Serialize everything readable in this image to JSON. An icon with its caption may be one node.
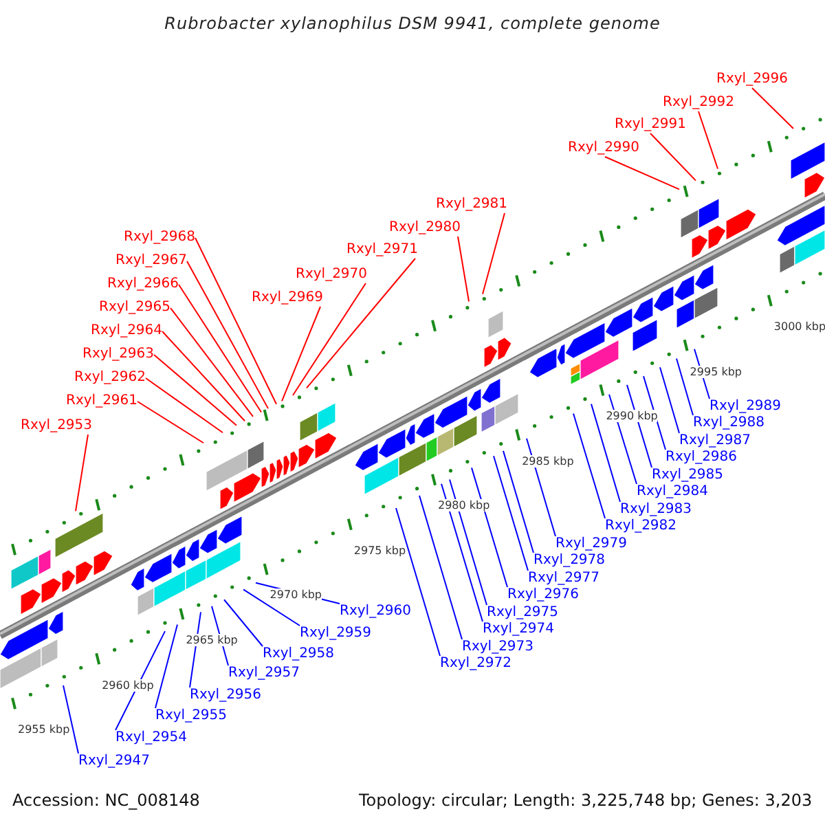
{
  "diagram": {
    "title": "Rubrobacter xylanophilus DSM 9941, complete genome",
    "nodes": [
      {
        "text": [
          "Rxyl_2953"
        ]
      },
      {
        "text": [
          "Rxyl_2961"
        ]
      },
      {
        "text": [
          "Rxyl_2962"
        ]
      },
      {
        "text": [
          "Rxyl_2963"
        ]
      },
      {
        "text": [
          "Rxyl_2964"
        ]
      },
      {
        "text": [
          "Rxyl_2965"
        ]
      },
      {
        "text": [
          "Rxyl_2966"
        ]
      },
      {
        "text": [
          "Rxyl_2967"
        ]
      },
      {
        "text": [
          "Rxyl_2968"
        ]
      },
      {
        "text": [
          "Rxyl_2969"
        ]
      },
      {
        "text": [
          "Rxyl_2970"
        ]
      },
      {
        "text": [
          "Rxyl_2971"
        ]
      },
      {
        "text": [
          "Rxyl_2980"
        ]
      },
      {
        "text": [
          "Rxyl_2981"
        ]
      },
      {
        "text": [
          "Rxyl_2990"
        ]
      },
      {
        "text": [
          "Rxyl_2991"
        ]
      },
      {
        "text": [
          "Rxyl_2992"
        ]
      },
      {
        "text": [
          "Rxyl_2996"
        ]
      },
      {
        "text": [
          "Rxyl_2947"
        ]
      },
      {
        "text": [
          "Rxyl_2954"
        ]
      },
      {
        "text": [
          "Rxyl_2955"
        ]
      },
      {
        "text": [
          "Rxyl_2956"
        ]
      },
      {
        "text": [
          "Rxyl_2957"
        ]
      },
      {
        "text": [
          "Rxyl_2958"
        ]
      },
      {
        "text": [
          "Rxyl_2959"
        ]
      },
      {
        "text": [
          "Rxyl_2960"
        ]
      },
      {
        "text": [
          "Rxyl_2972"
        ]
      },
      {
        "text": [
          "Rxyl_2973"
        ]
      },
      {
        "text": [
          "Rxyl_2974"
        ]
      },
      {
        "text": [
          "Rxyl_2975"
        ]
      },
      {
        "text": [
          "Rxyl_2976"
        ]
      },
      {
        "text": [
          "Rxyl_2977"
        ]
      },
      {
        "text": [
          "Rxyl_2978"
        ]
      },
      {
        "text": [
          "Rxyl_2979"
        ]
      },
      {
        "text": [
          "Rxyl_2982"
        ]
      },
      {
        "text": [
          "Rxyl_2983"
        ]
      },
      {
        "text": [
          "Rxyl_2984"
        ]
      },
      {
        "text": [
          "Rxyl_2985"
        ]
      },
      {
        "text": [
          "Rxyl_2986"
        ]
      },
      {
        "text": [
          "Rxyl_2987"
        ]
      },
      {
        "text": [
          "Rxyl_2988"
        ]
      },
      {
        "text": [
          "Rxyl_2989"
        ]
      }
    ],
    "edges": [
      {
        "from": 0,
        "to": null,
        "arrow": "none",
        "color": "#ff0000"
      },
      {
        "from": 1,
        "to": null,
        "arrow": "none",
        "color": "#ff0000"
      },
      {
        "from": 2,
        "to": null,
        "arrow": "none",
        "color": "#ff0000"
      },
      {
        "from": 3,
        "to": null,
        "arrow": "none",
        "color": "#ff0000"
      },
      {
        "from": 4,
        "to": null,
        "arrow": "none",
        "color": "#ff0000"
      },
      {
        "from": 5,
        "to": null,
        "arrow": "none",
        "color": "#ff0000"
      },
      {
        "from": 6,
        "to": null,
        "arrow": "none",
        "color": "#ff0000"
      },
      {
        "from": 7,
        "to": null,
        "arrow": "none",
        "color": "#ff0000"
      },
      {
        "from": 8,
        "to": null,
        "arrow": "none",
        "color": "#ff0000"
      },
      {
        "from": 9,
        "to": null,
        "arrow": "none",
        "color": "#ff0000"
      },
      {
        "from": 10,
        "to": null,
        "arrow": "none",
        "color": "#ff0000"
      },
      {
        "from": 11,
        "to": null,
        "arrow": "none",
        "color": "#ff0000"
      },
      {
        "from": 12,
        "to": null,
        "arrow": "none",
        "color": "#ff0000"
      },
      {
        "from": 13,
        "to": null,
        "arrow": "none",
        "color": "#ff0000"
      },
      {
        "from": 14,
        "to": null,
        "arrow": "none",
        "color": "#ff0000"
      },
      {
        "from": 15,
        "to": null,
        "arrow": "none",
        "color": "#ff0000"
      },
      {
        "from": 16,
        "to": null,
        "arrow": "none",
        "color": "#ff0000"
      },
      {
        "from": 17,
        "to": null,
        "arrow": "none",
        "color": "#ff0000"
      },
      {
        "from": 18,
        "to": null,
        "arrow": "none"
      },
      {
        "from": 19,
        "to": null,
        "arrow": "none"
      },
      {
        "from": 20,
        "to": null,
        "arrow": "none"
      },
      {
        "from": 21,
        "to": null,
        "arrow": "none"
      },
      {
        "from": 22,
        "to": null,
        "arrow": "none"
      },
      {
        "from": 23,
        "to": null,
        "arrow": "none"
      },
      {
        "from": 24,
        "to": null,
        "arrow": "none"
      },
      {
        "from": 25,
        "to": null,
        "arrow": "none"
      },
      {
        "from": 26,
        "to": null,
        "arrow": "none"
      },
      {
        "from": 27,
        "to": null,
        "arrow": "none"
      },
      {
        "from": 28,
        "to": null,
        "arrow": "none"
      },
      {
        "from": 29,
        "to": null,
        "arrow": "none"
      },
      {
        "from": 30,
        "to": null,
        "arrow": "none"
      },
      {
        "from": 31,
        "to": null,
        "arrow": "none"
      },
      {
        "from": 32,
        "to": null,
        "arrow": "none"
      },
      {
        "from": 33,
        "to": null,
        "arrow": "none"
      },
      {
        "from": 34,
        "to": null,
        "arrow": "none"
      },
      {
        "from": 35,
        "to": null,
        "arrow": "none"
      },
      {
        "from": 36,
        "to": null,
        "arrow": "none"
      },
      {
        "from": 37,
        "to": null,
        "arrow": "none"
      },
      {
        "from": 38,
        "to": null,
        "arrow": "none"
      },
      {
        "from": 39,
        "to": null,
        "arrow": "none"
      },
      {
        "from": 40,
        "to": null,
        "arrow": "none"
      },
      {
        "from": 41,
        "to": null,
        "arrow": "none"
      }
    ],
    "labels": [
      "2955 kbp",
      "2960 kbp",
      "2965 kbp",
      "2970 kbp",
      "2975 kbp",
      "2980 kbp",
      "2985 kbp",
      "2990 kbp",
      "2995 kbp",
      "3000 kbp",
      "Accession: NC_008148",
      "Topology: circular; Length: 3,225,748 bp; Genes: 3,203"
    ]
  }
}
